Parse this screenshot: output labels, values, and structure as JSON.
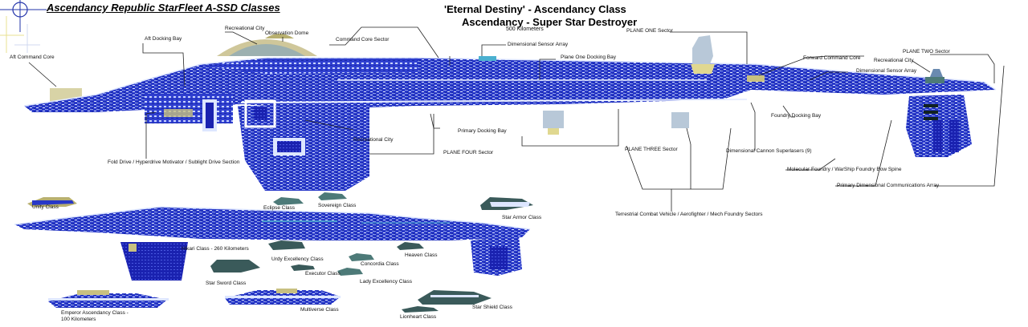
{
  "header": {
    "main_title": "Ascendancy Republic StarFleet A-SSD Classes",
    "ship_title_line1": "'Eternal Destiny' - Ascendancy Class",
    "ship_title_line2": "Ascendancy - Super Star Destroyer",
    "scale": "500 Kilometers"
  },
  "colors": {
    "hull_blue": "#2233cc",
    "hull_light": "#8fa0ee",
    "hull_white": "#dde6ff",
    "greeble_olive": "#b8b070",
    "greeble_teal": "#4d7a78",
    "leader_line": "#222222"
  },
  "labels": {
    "aft_command_core": "Aft Command Core",
    "aft_docking_bay": "Aft Docking Bay",
    "recreational_city_top": "Recreational City",
    "observation_dome": "Observation Dome",
    "command_core_sector": "Command Core Sector",
    "dimensional_sensor_array_1": "Dimensional Sensor Array",
    "plane_one_docking_bay": "Plane One Docking Bay",
    "plane_one_sector": "PLANE ONE Sector",
    "plane_two_sector": "PLANE TWO Sector",
    "forward_command_core": "Forward Command Core",
    "recreational_city_right": "Recreational City",
    "dimensional_sensor_array_2": "Dimensional Sensor Array",
    "foundry_docking_bay": "Foundry Docking Bay",
    "primary_docking_bay": "Primary Docking Bay",
    "recreational_city_mid": "Recreational City",
    "plane_three_sector": "PLANE THREE Sector",
    "plane_four_sector": "PLANE FOUR Sector",
    "fold_drive": "Fold Drive / Hyperdrive Motivator / Sublight Drive Section",
    "dimensional_cannon": "Dimensional Cannon Superlasers (9)",
    "molecular_foundry": "Molecular Foundry / WarShip Foundry Bow Spine",
    "primary_comm_array": "Primary Dimensional Communications Array",
    "terrestrial_combat": "Terrestrial Combat Vehicle / Aerofighter / Mech Foundry Sectors"
  },
  "classes": {
    "unity": "Unity Class",
    "eclipse": "Eclipse Class",
    "sovereign": "Sovereign Class",
    "star_armor": "Star Armor Class",
    "hikari": "Hikari Class - 260 Kilometers",
    "urdy_excellency": "Urdy Excellency Class",
    "concordia": "Concordia Class",
    "heaven": "Heaven Class",
    "executor": "Executor Class",
    "lady_excellency": "Lady Excellency Class",
    "star_sword": "Star Sword Class",
    "emperor_line1": "Emperor Ascendancy Class -",
    "emperor_line2": "100 Kilometers",
    "multiverse": "Multiverse Class",
    "star_shield": "Star Shield Class",
    "lionheart": "Lionheart Class"
  }
}
